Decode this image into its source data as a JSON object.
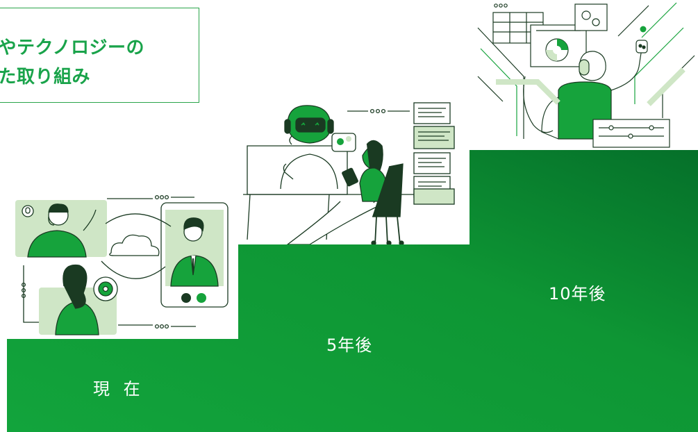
{
  "heading": {
    "line1": "化やテクノロジーの",
    "line2": "えた取り組み"
  },
  "stages": {
    "now": "現 在",
    "five_years": "5年後",
    "ten_years": "10年後"
  },
  "colors": {
    "brand_green": "#19a34a",
    "step_green": "#13a13a",
    "step_dark": "#07782a",
    "light_green": "#cfe6c6",
    "ink": "#1a3a22"
  }
}
